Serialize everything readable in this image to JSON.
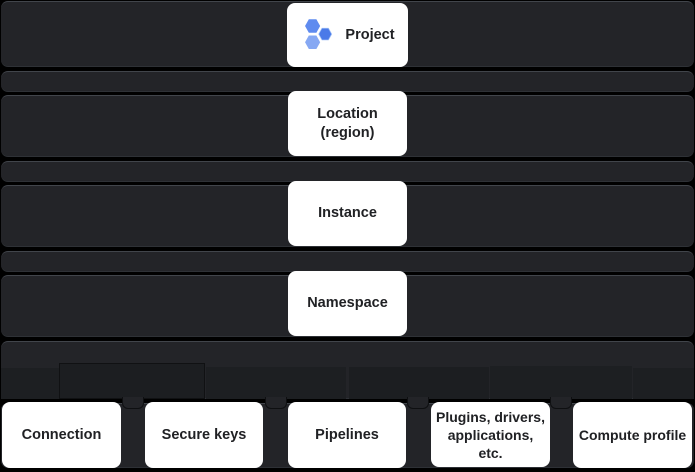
{
  "diagram": {
    "type": "resource-hierarchy",
    "levels": [
      {
        "id": "project",
        "label": "Project",
        "icon": "hexagon-cluster-icon"
      },
      {
        "id": "location",
        "label": "Location (region)"
      },
      {
        "id": "instance",
        "label": "Instance"
      },
      {
        "id": "namespace",
        "label": "Namespace"
      }
    ],
    "children": [
      {
        "id": "connection",
        "label": "Connection"
      },
      {
        "id": "secure-keys",
        "label": "Secure keys"
      },
      {
        "id": "pipelines",
        "label": "Pipelines"
      },
      {
        "id": "plugins",
        "label": "Plugins, drivers, applications, etc."
      },
      {
        "id": "compute-profile",
        "label": "Compute profile"
      }
    ],
    "colors": {
      "background": "#000000",
      "band_fill": "#232428",
      "band_highlight": "#41454b",
      "connector_fill": "#1d1f22",
      "card_fill": "#ffffff",
      "card_text": "#202124",
      "icon_blue_top": "#5f8bef",
      "icon_blue_right": "#4a7ae8",
      "icon_blue_bottom": "#86a8f3"
    }
  }
}
